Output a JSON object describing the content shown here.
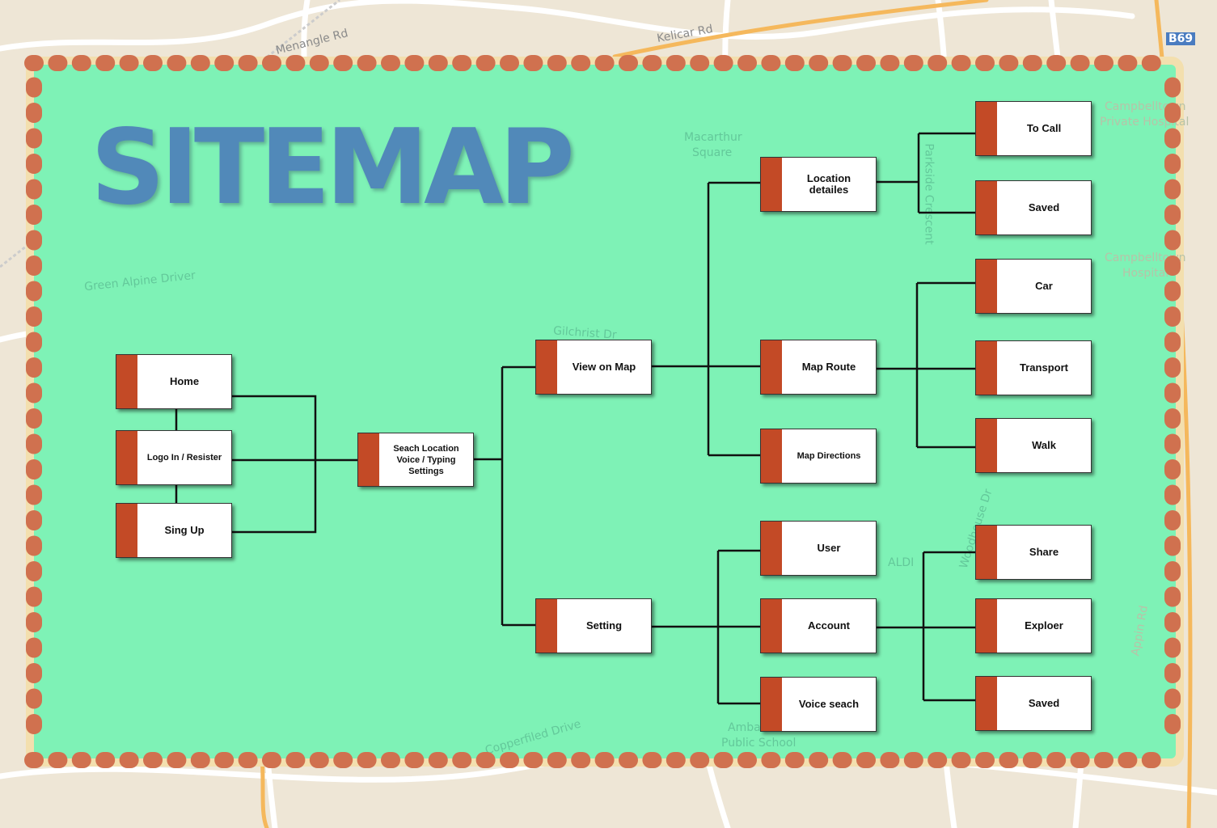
{
  "title": "SITEMAP",
  "map_labels": {
    "l1": "Menangle Rd",
    "l2": "Kelicar Rd",
    "l3": "Macarthur",
    "l4": "Square",
    "l5": "Green Alpine Driver",
    "l6": "Parkside Crescent",
    "l7": "Campbelltown",
    "l8": "Private Hospital",
    "l9": "Campbelltown",
    "l10": "Hospital",
    "l11": "Gilchrist Dr",
    "l12": "Copperfiled Drive",
    "l13": "Ambarvale",
    "l14": "Public School",
    "l15": "Woodhouse Dr",
    "l16": "ALDI",
    "l17": "B69",
    "l18": "Appin Rd"
  },
  "nodes": {
    "home": "Home",
    "login": "Logo In / Resister",
    "signup": "Sing Up",
    "search": "Seach Location\nVoice / Typing\nSettings",
    "view_map": "View on Map",
    "setting": "Setting",
    "location_details": "Location\ndetailes",
    "map_route": "Map Route",
    "map_directions": "Map Directions",
    "user": "User",
    "account": "Account",
    "voice_search": "Voice seach",
    "to_call": "To Call",
    "saved_1": "Saved",
    "car": "Car",
    "transport": "Transport",
    "walk": "Walk",
    "share": "Share",
    "explorer": "Exploer",
    "saved_2": "Saved"
  },
  "colors": {
    "board": "#7ef2b6",
    "bead": "#d0714f",
    "title": "#5189b9",
    "tab": "#c34a26"
  }
}
